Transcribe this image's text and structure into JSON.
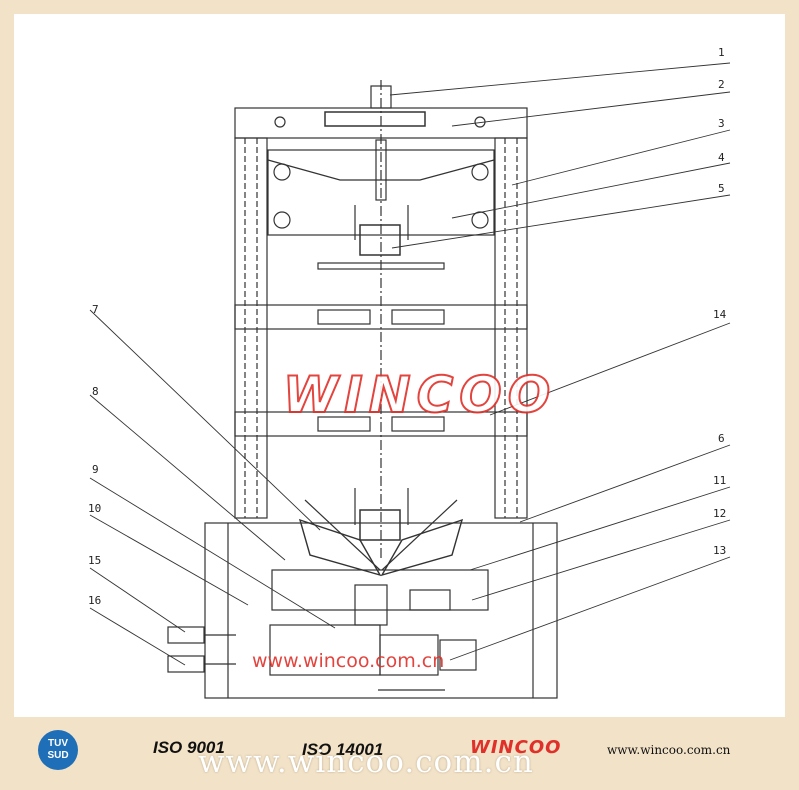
{
  "callouts": [
    "1",
    "2",
    "3",
    "4",
    "5",
    "6",
    "7",
    "8",
    "9",
    "10",
    "11",
    "12",
    "13",
    "14",
    "15",
    "16"
  ],
  "watermark": {
    "logo": "WINCOO",
    "url": "www.wincoo.com.cn"
  },
  "footer": {
    "cert_badge": "TUV SUD",
    "iso1": "ISO 9001",
    "iso2": "ISO 14001",
    "brand": "WINCOO",
    "website": "www.wincoo.com.cn",
    "large_url": "www.wincoo.com.cn"
  },
  "colors": {
    "background": "#f2e2c8",
    "brand_red": "#e0302a",
    "badge_blue": "#1e6fb8",
    "line": "#333333"
  }
}
